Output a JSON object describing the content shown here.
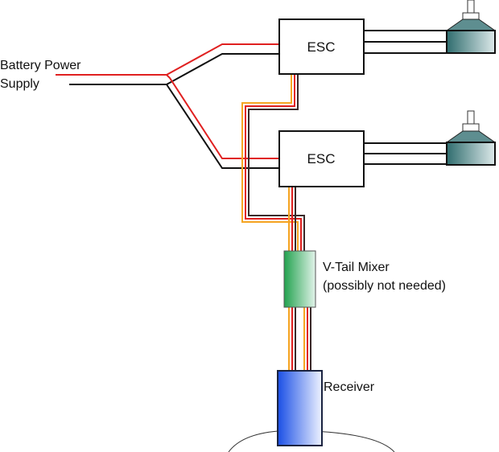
{
  "diagram": {
    "battery": {
      "label_line1": "Battery Power",
      "label_line2": "Supply",
      "positive_color": "#e02020",
      "negative_color": "#111111"
    },
    "escs": [
      {
        "label": "ESC"
      },
      {
        "label": "ESC"
      }
    ],
    "motors": [
      {
        "name": "motor-top"
      },
      {
        "name": "motor-bottom"
      }
    ],
    "mixer": {
      "label_line1": "V-Tail Mixer",
      "label_line2": "(possibly not needed)",
      "color": "#2db35a"
    },
    "receiver": {
      "label": "Receiver",
      "color": "#1e4fe0"
    },
    "servo_wire_colors": {
      "signal": "#f5a623",
      "power": "#e02020",
      "ground": "#3a2a2a"
    }
  }
}
